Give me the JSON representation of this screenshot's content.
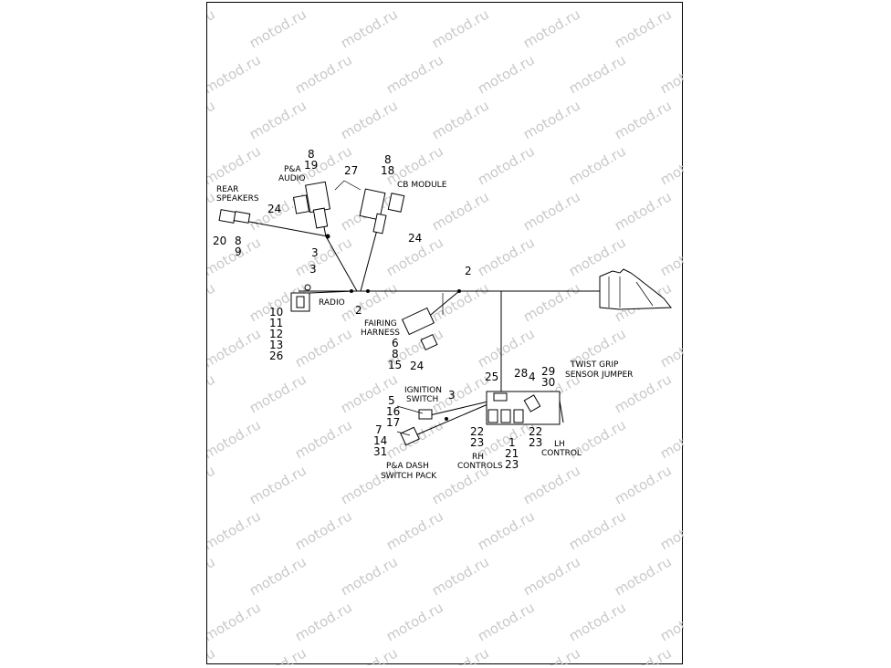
{
  "watermark": "motod.ru",
  "labels": {
    "pa_audio_1": "P&A",
    "pa_audio_2": "AUDIO",
    "rear_speakers_1": "REAR",
    "rear_speakers_2": "SPEAKERS",
    "cb_module": "CB MODULE",
    "radio": "RADIO",
    "fairing_harness_1": "FAIRING",
    "fairing_harness_2": "HARNESS",
    "ignition_switch_1": "IGNITION",
    "ignition_switch_2": "SWITCH",
    "twist_grip_1": "TWIST GRIP",
    "twist_grip_2": "SENSOR JUMPER",
    "lh_control_1": "LH",
    "lh_control_2": "CONTROL",
    "rh_controls_1": "RH",
    "rh_controls_2": "CONTROLS",
    "pa_dash_1": "P&A DASH",
    "pa_dash_2": "SWITCH PACK"
  },
  "callouts": {
    "c8a": "8",
    "c19": "19",
    "c27": "27",
    "c8b": "8",
    "c18": "18",
    "c24a": "24",
    "c24b": "24",
    "c20": "20",
    "c8c": "8",
    "c9": "9",
    "c3a": "3",
    "c3b": "3",
    "c2a": "2",
    "c2b": "2",
    "c10": "10",
    "c11": "11",
    "c12": "12",
    "c13": "13",
    "c26": "26",
    "c6": "6",
    "c8d": "8",
    "c15": "15",
    "c24c": "24",
    "c25": "25",
    "c28": "28",
    "c4": "4",
    "c29": "29",
    "c30": "30",
    "c3c": "3",
    "c5": "5",
    "c16": "16",
    "c17": "17",
    "c22a": "22",
    "c23a": "23",
    "c1": "1",
    "c21": "21",
    "c23b": "23",
    "c22b": "22",
    "c23c": "23",
    "c7": "7",
    "c14": "14",
    "c31": "31"
  }
}
